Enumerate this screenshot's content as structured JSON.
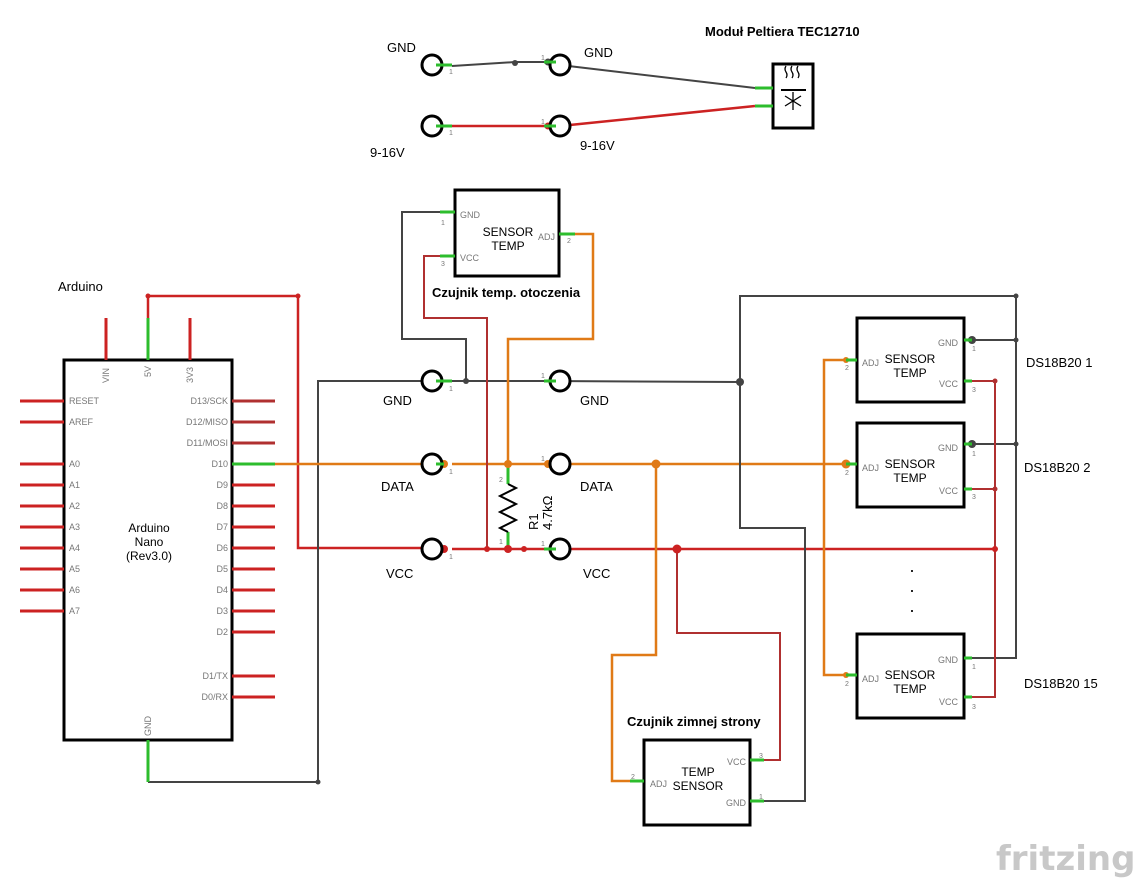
{
  "peltier": {
    "title": "Moduł Peltiera TEC12710",
    "gnd_left": "GND",
    "gnd_right": "GND",
    "v_left": "9-16V",
    "v_right": "9-16V"
  },
  "arduino": {
    "label": "Arduino",
    "name_line1": "Arduino",
    "name_line2": "Nano",
    "name_line3": "(Rev3.0)",
    "top_pins": [
      "VIN",
      "5V",
      "3V3"
    ],
    "left_pins": [
      "RESET",
      "AREF",
      "A0",
      "A1",
      "A2",
      "A3",
      "A4",
      "A5",
      "A6",
      "A7"
    ],
    "right_pins": [
      "D13/SCK",
      "D12/MISO",
      "D11/MOSI",
      "D10",
      "D9",
      "D8",
      "D7",
      "D6",
      "D5",
      "D4",
      "D3",
      "D2",
      "D1/TX",
      "D0/RX"
    ],
    "bottom_pin": "GND"
  },
  "ambient_sensor": {
    "line1": "SENSOR",
    "line2": "TEMP",
    "pin_gnd": "GND",
    "pin_vcc": "VCC",
    "pin_adj": "ADJ",
    "caption": "Czujnik temp. otoczenia"
  },
  "bus": {
    "gnd_left": "GND",
    "gnd_right": "GND",
    "data_left": "DATA",
    "data_right": "DATA",
    "vcc_left": "VCC",
    "vcc_right": "VCC"
  },
  "resistor": {
    "name": "R1",
    "value": "4.7kΩ"
  },
  "ds_sensors": {
    "s1": {
      "line1": "SENSOR",
      "line2": "TEMP",
      "label": "DS18B20 1"
    },
    "s2": {
      "line1": "SENSOR",
      "line2": "TEMP",
      "label": "DS18B20 2"
    },
    "s15": {
      "line1": "SENSOR",
      "line2": "TEMP",
      "label": "DS18B20 15"
    },
    "pin_gnd": "GND",
    "pin_vcc": "VCC",
    "pin_adj": "ADJ",
    "ellipsis": "·"
  },
  "cold_sensor": {
    "caption": "Czujnik zimnej strony",
    "line1": "TEMP",
    "line2": "SENSOR",
    "pin_vcc": "VCC",
    "pin_gnd": "GND",
    "pin_adj": "ADJ"
  },
  "pin_numbers": {
    "one": "1",
    "two": "2",
    "three": "3"
  },
  "watermark": "fritzing"
}
